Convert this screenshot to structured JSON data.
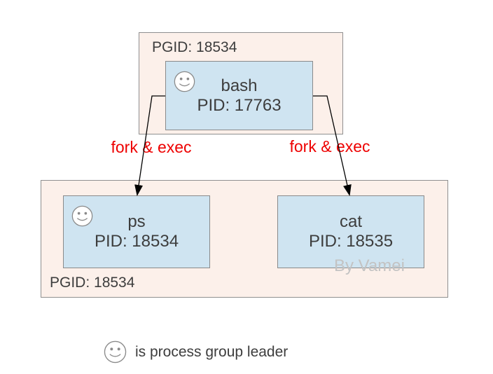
{
  "diagram": {
    "top_group": {
      "pgid_label": "PGID: 18534",
      "process": {
        "name": "bash",
        "pid_label": "PID: 17763",
        "is_leader": true
      }
    },
    "edges": [
      {
        "label": "fork & exec",
        "from": "bash",
        "to": "ps"
      },
      {
        "label": "fork & exec",
        "from": "bash",
        "to": "cat"
      }
    ],
    "bottom_group": {
      "pgid_label": "PGID: 18534",
      "processes": [
        {
          "name": "ps",
          "pid_label": "PID: 18534",
          "is_leader": true
        },
        {
          "name": "cat",
          "pid_label": "PID: 18535",
          "is_leader": false
        }
      ]
    },
    "watermark": "By Vamei",
    "legend": {
      "icon": "smiley-face-icon",
      "text": "is process group leader"
    },
    "colors": {
      "group_fill": "#fcf0ea",
      "group_border": "#8f8f8f",
      "node_fill": "#cfe4f1",
      "node_border": "#8a8a8a",
      "text": "#3d3d3d",
      "edge_label": "#ee0000",
      "arrow": "#000000",
      "watermark": "#c3c3c3"
    }
  }
}
